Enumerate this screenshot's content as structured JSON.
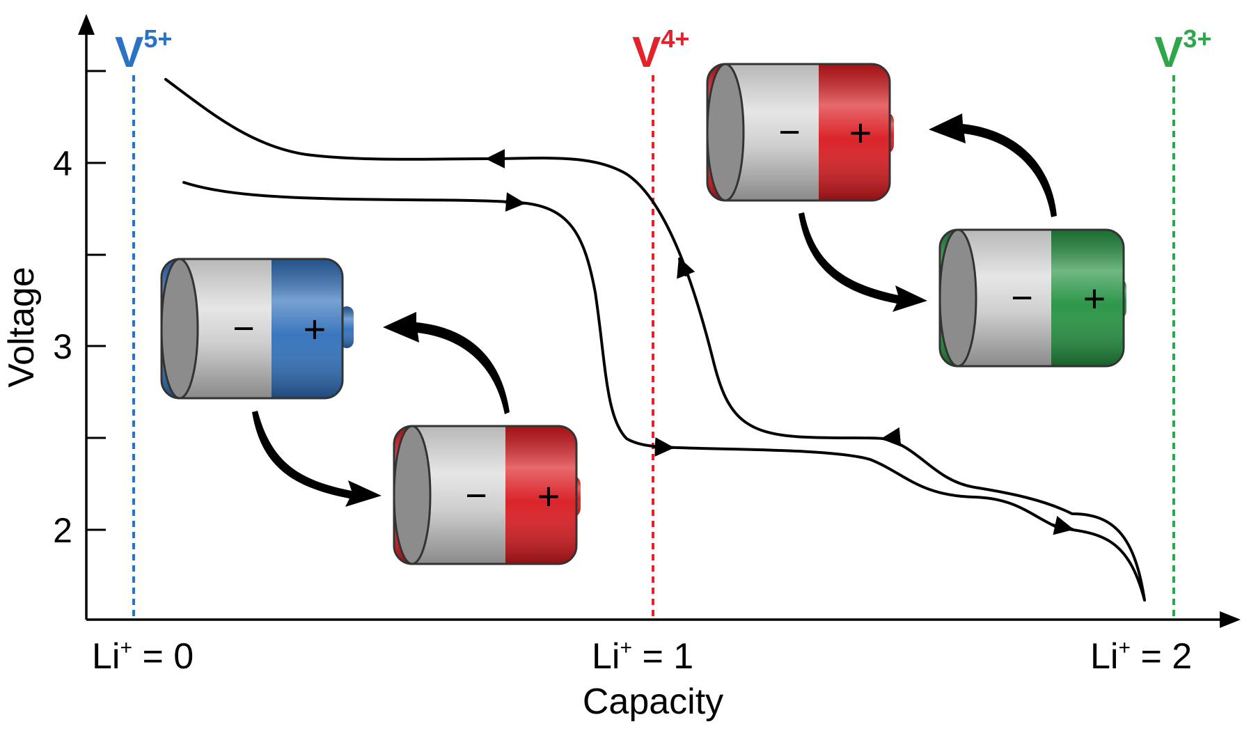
{
  "y_axis": {
    "title": "Voltage",
    "ticks": [
      "2",
      "3",
      "4"
    ]
  },
  "x_axis": {
    "title": "Capacity",
    "ticks": [
      {
        "base": "Li",
        "sup": "+",
        "rest": " = 0"
      },
      {
        "base": "Li",
        "sup": "+",
        "rest": " = 1"
      },
      {
        "base": "Li",
        "sup": "+",
        "rest": " = 2"
      }
    ]
  },
  "oxidation_states": [
    {
      "base": "V",
      "sup": "5+",
      "color": "#2a73c4"
    },
    {
      "base": "V",
      "sup": "4+",
      "color": "#e3232b"
    },
    {
      "base": "V",
      "sup": "3+",
      "color": "#2ea64a"
    }
  ],
  "batteries": [
    {
      "name": "battery-blue",
      "color": "#2f6fba",
      "minus": "−",
      "plus": "+"
    },
    {
      "name": "battery-red-lower",
      "color": "#d9191e",
      "minus": "−",
      "plus": "+"
    },
    {
      "name": "battery-red-upper",
      "color": "#d9191e",
      "minus": "−",
      "plus": "+"
    },
    {
      "name": "battery-green",
      "color": "#239140",
      "minus": "−",
      "plus": "+"
    }
  ]
}
